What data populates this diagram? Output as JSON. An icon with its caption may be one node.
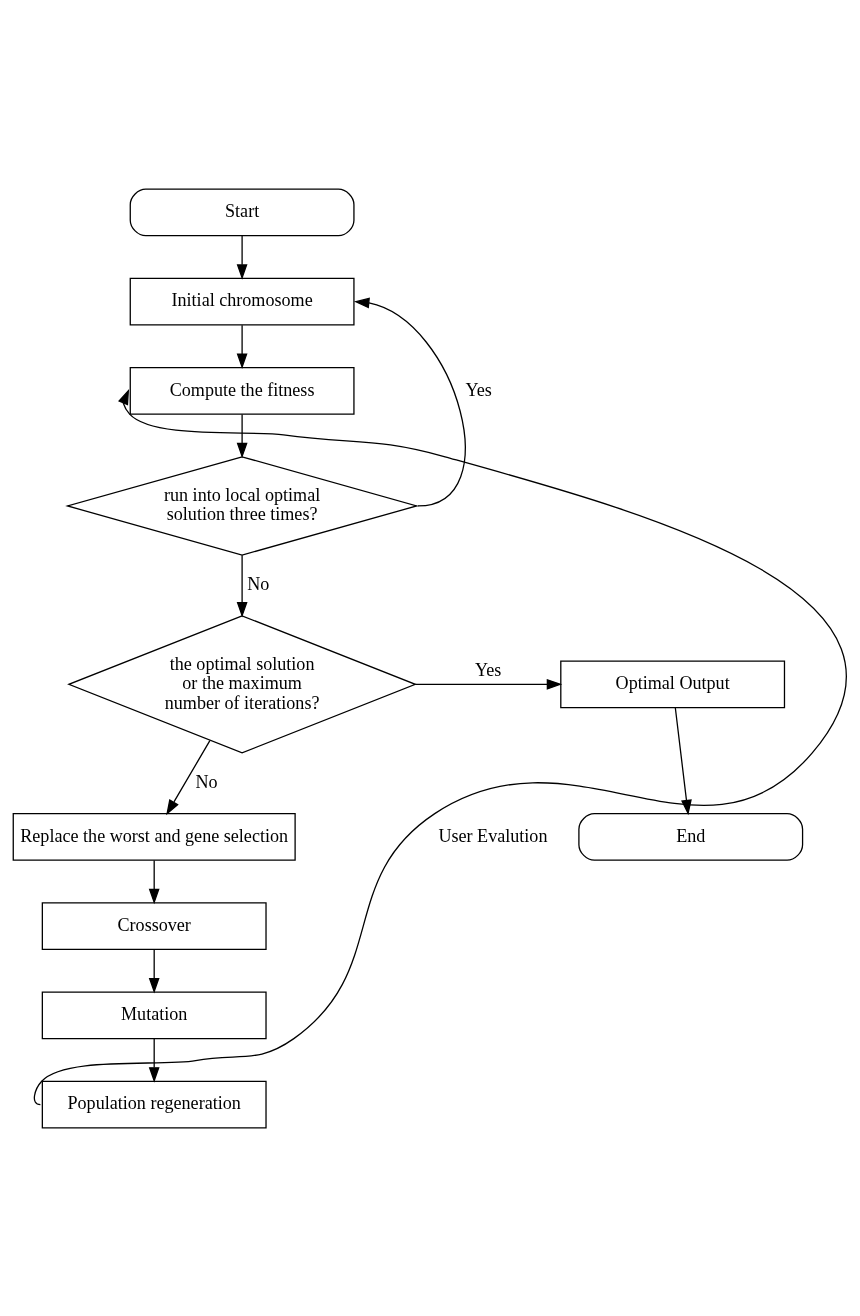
{
  "diagram": {
    "nodes": [
      {
        "text": [
          "Start"
        ]
      },
      {
        "text": [
          "Initial chromosome"
        ]
      },
      {
        "text": [
          "Compute the fitness"
        ]
      },
      {
        "text": [
          "run into local optimal solution three times?"
        ]
      },
      {
        "text": [
          "the optimal solution or the maximum number of iterations?"
        ]
      },
      {
        "text": [
          "Optimal Output"
        ]
      },
      {
        "text": [
          "End"
        ]
      },
      {
        "text": [
          "Replace the worst and gene selection"
        ]
      },
      {
        "text": [
          "Crossover"
        ]
      },
      {
        "text": [
          "Mutation"
        ]
      },
      {
        "text": [
          "Population regeneration"
        ]
      }
    ],
    "edges": [
      {
        "from": 0,
        "to": 1,
        "arrow": "to"
      },
      {
        "from": 1,
        "to": 2,
        "arrow": "to"
      },
      {
        "from": 2,
        "to": 3,
        "arrow": "to"
      },
      {
        "from": 3,
        "to": 1,
        "label": "Yes",
        "arrow": "to"
      },
      {
        "from": 3,
        "to": 4,
        "label": "No",
        "arrow": "to"
      },
      {
        "from": 4,
        "to": 5,
        "label": "Yes",
        "arrow": "to"
      },
      {
        "from": 5,
        "to": 6,
        "arrow": "to"
      },
      {
        "from": 4,
        "to": 7,
        "label": "No",
        "arrow": "to"
      },
      {
        "from": 7,
        "to": 8,
        "arrow": "to"
      },
      {
        "from": 8,
        "to": 9,
        "arrow": "to"
      },
      {
        "from": 9,
        "to": 10,
        "arrow": "to"
      },
      {
        "from": 10,
        "to": 2,
        "label": "User Evalution",
        "arrow": "to"
      }
    ]
  }
}
